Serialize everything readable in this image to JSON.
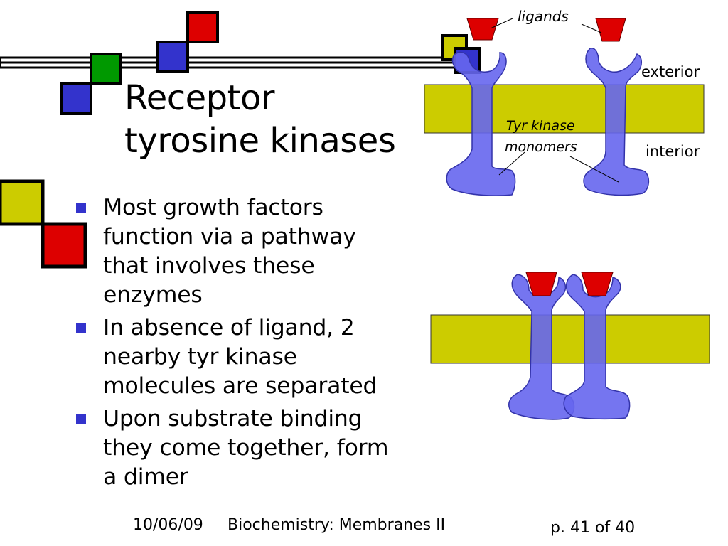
{
  "slide": {
    "title_line1": "Receptor",
    "title_line2": "tyrosine kinases",
    "bullets": [
      [
        "Most growth factors",
        "function via a pathway",
        "that involves these",
        "enzymes"
      ],
      [
        "In absence of ligand, 2",
        "nearby tyr kinase",
        "molecules are separated"
      ],
      [
        "Upon substrate binding",
        "they come together, form",
        "a dimer"
      ]
    ]
  },
  "diagram": {
    "label_ligands": "ligands",
    "label_exterior": "exterior",
    "label_interior": "interior",
    "label_monomers_line1": "Tyr kinase",
    "label_monomers_line2": "monomers"
  },
  "footer": {
    "date": "10/06/09",
    "course": "Biochemistry: Membranes II",
    "page": "p. 41 of 40"
  },
  "colors": {
    "membrane": "#cccc00",
    "receptor": "#6666ee",
    "receptor_stroke": "#3333aa",
    "ligand": "#dd0000",
    "deco_blue": "#3333cc",
    "deco_green": "#009900",
    "deco_red": "#dd0000",
    "deco_yellow": "#cccc00",
    "bullet": "#3333cc"
  }
}
